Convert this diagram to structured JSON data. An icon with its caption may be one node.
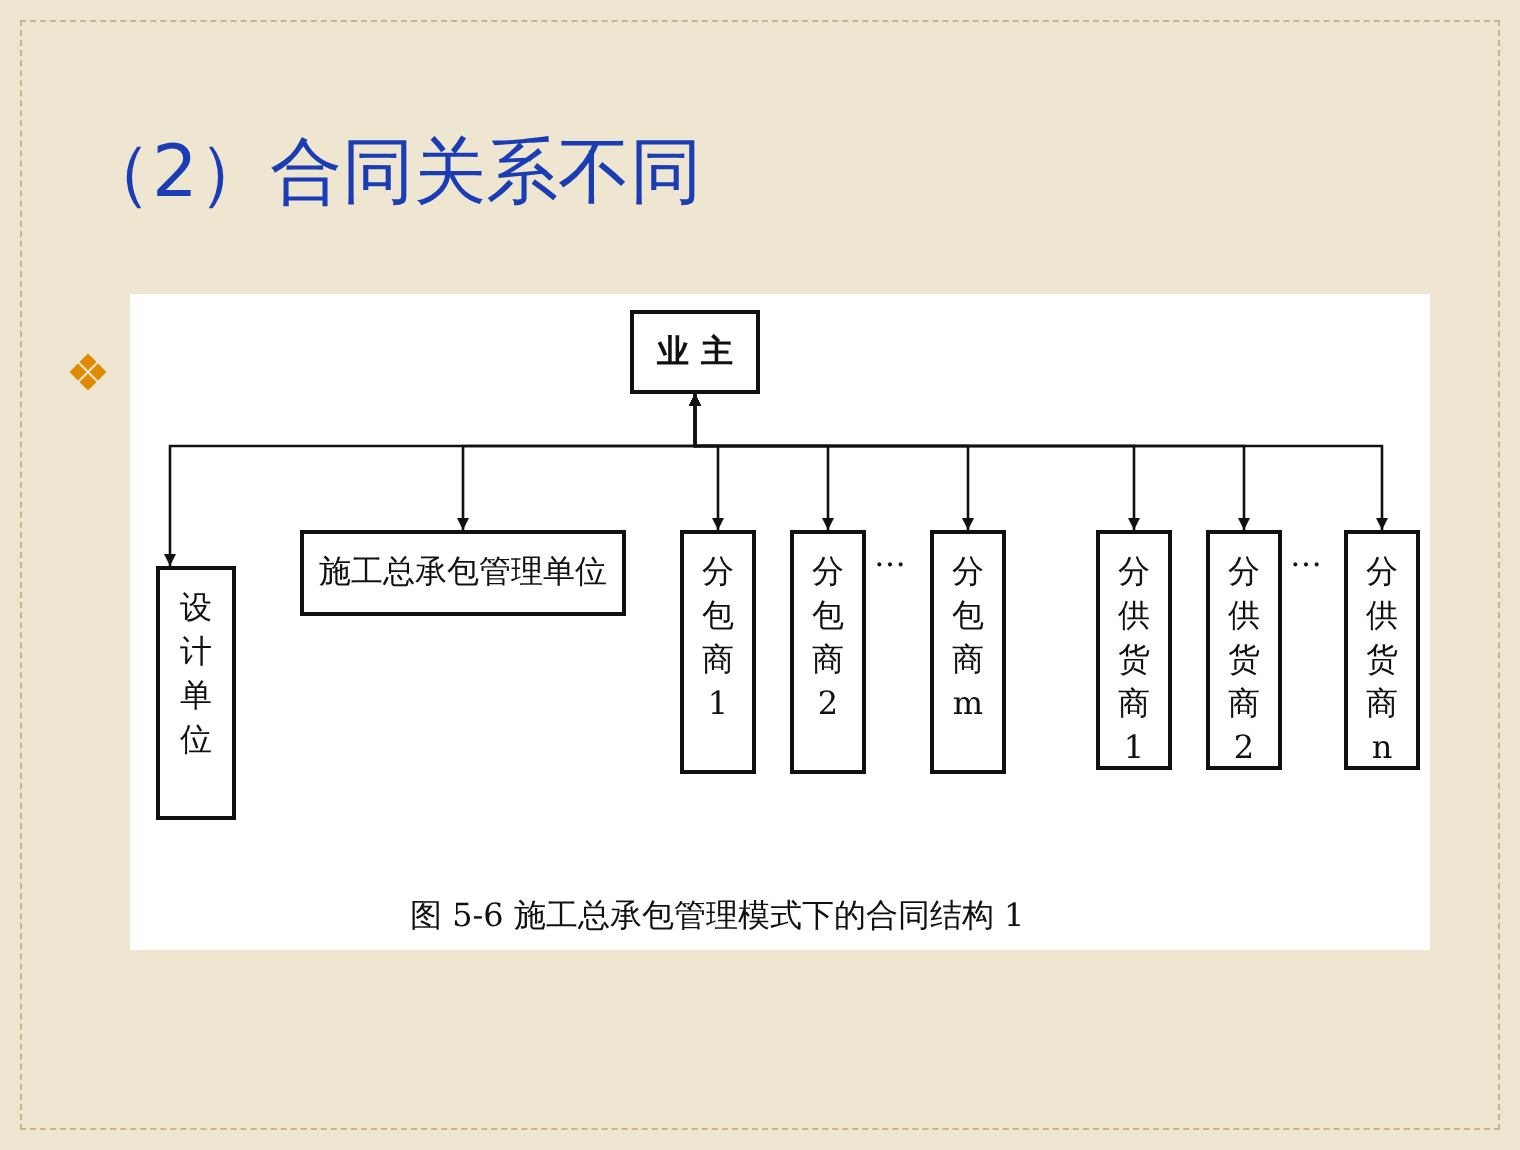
{
  "diagram": {
    "title": "（2）合同关系不同",
    "caption": "图 5-6 施工总承包管理模式下的合同结构 1",
    "nodes": [
      {
        "text": [
          "业 主"
        ]
      },
      {
        "text": [
          "设计单位"
        ]
      },
      {
        "text": [
          "施工总承包管理单位"
        ]
      },
      {
        "text": [
          "分包商1"
        ]
      },
      {
        "text": [
          "分包商2"
        ]
      },
      {
        "text": [
          "分包商m"
        ]
      },
      {
        "text": [
          "分供货商1"
        ]
      },
      {
        "text": [
          "分供货商2"
        ]
      },
      {
        "text": [
          "分供货商n"
        ]
      }
    ],
    "edges": [
      {
        "from": 0,
        "to": 1,
        "arrow": "both"
      },
      {
        "from": 0,
        "to": 2,
        "arrow": "both"
      },
      {
        "from": 0,
        "to": 3,
        "arrow": "both"
      },
      {
        "from": 0,
        "to": 4,
        "arrow": "both"
      },
      {
        "from": 0,
        "to": 5,
        "arrow": "both"
      },
      {
        "from": 0,
        "to": 6,
        "arrow": "both"
      },
      {
        "from": 0,
        "to": 7,
        "arrow": "both"
      },
      {
        "from": 0,
        "to": 8,
        "arrow": "both"
      }
    ],
    "labels": [
      "…",
      "…"
    ]
  }
}
